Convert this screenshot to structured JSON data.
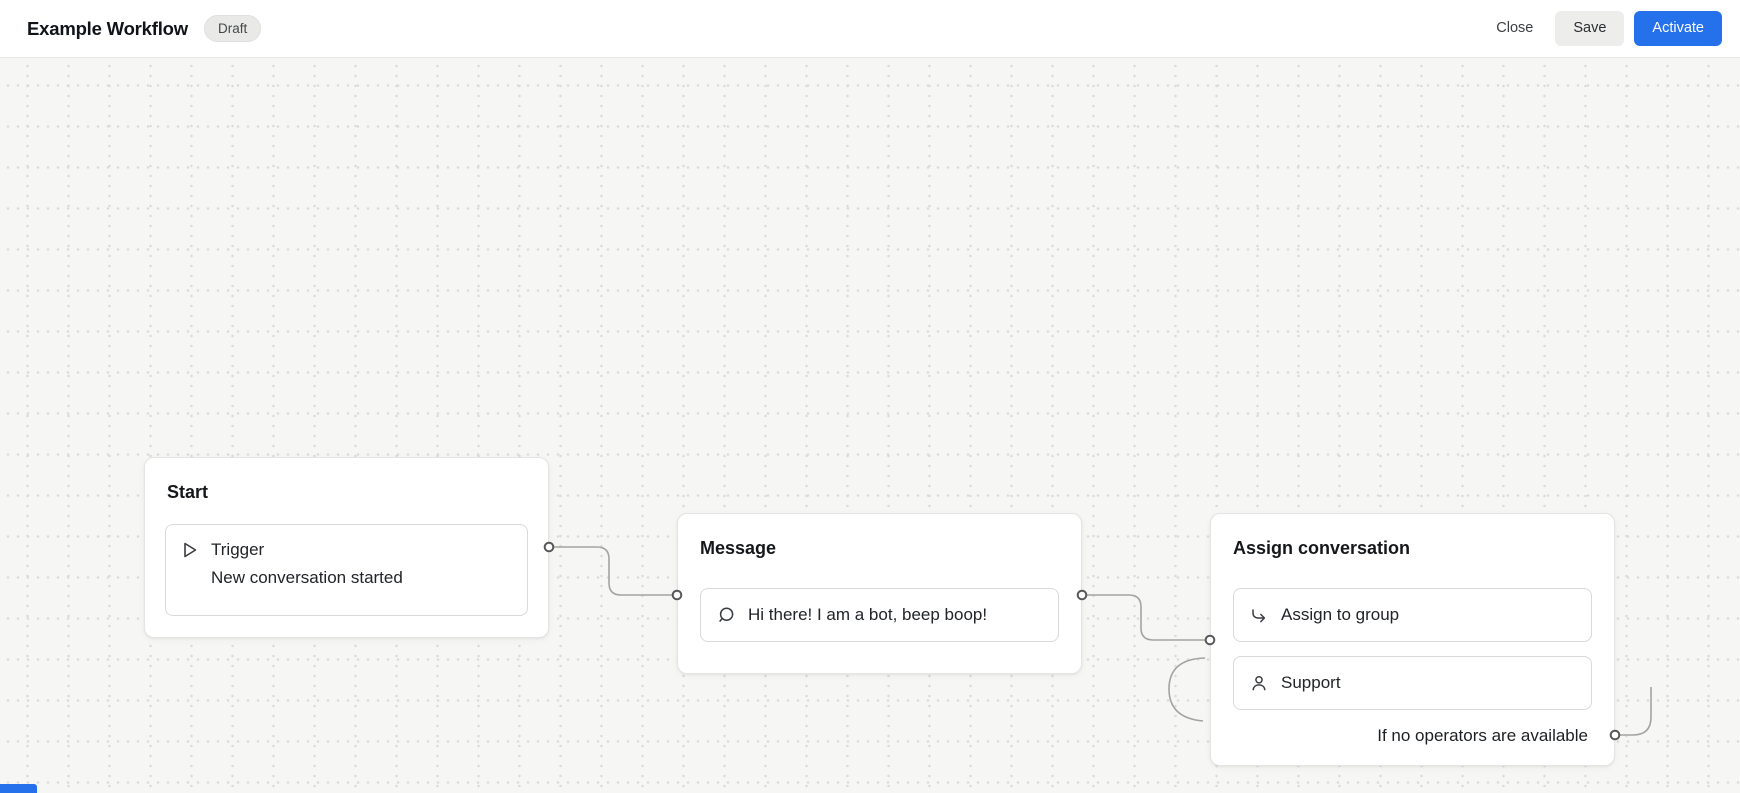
{
  "header": {
    "title": "Example Workflow",
    "status_badge": "Draft",
    "buttons": {
      "close": "Close",
      "save": "Save",
      "activate": "Activate"
    }
  },
  "colors": {
    "accent": "#2570EB",
    "canvas_background": "#F6F6F5"
  },
  "nodes": {
    "start": {
      "title": "Start",
      "trigger": {
        "icon": "play-icon",
        "label": "Trigger",
        "description": "New conversation started"
      }
    },
    "message": {
      "title": "Message",
      "body": {
        "icon": "message-bubble-icon",
        "text": "Hi there! I am a bot, beep boop!"
      }
    },
    "assign": {
      "title": "Assign conversation",
      "action": {
        "icon": "assign-arrow-icon",
        "label": "Assign to group"
      },
      "group": {
        "icon": "person-icon",
        "label": "Support"
      },
      "fallback": {
        "label": "If no operators are available"
      }
    }
  }
}
